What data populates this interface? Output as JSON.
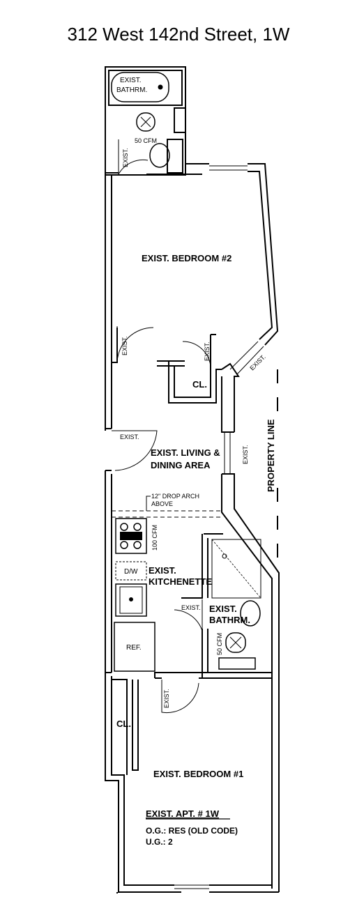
{
  "title": "312 West 142nd Street, 1W",
  "labels": {
    "bath_top": [
      "EXIST.",
      "BATHRM."
    ],
    "cfm_top": "50 CFM",
    "exist_door_top": "EXIST.",
    "bedroom2": "EXIST. BEDROOM #2",
    "exist_door_b2_left": "EXIST.",
    "exist_door_b2_cl": "EXIST.",
    "exist_window_bay": "EXIST.",
    "closet_top": "CL.",
    "exist_door_living": "EXIST.",
    "living": [
      "EXIST. LIVING &",
      "DINING AREA"
    ],
    "exist_window_living": "EXIST.",
    "property_line": "PROPERTY LINE",
    "drop_arch": [
      "12\" DROP ARCH",
      "ABOVE"
    ],
    "cfm_kitchen": "100 CFM",
    "dw": "D/W",
    "kitchenette": [
      "EXIST.",
      "KITCHENETTE"
    ],
    "exist_door_bath2": "EXIST.",
    "bath2": [
      "EXIST.",
      "BATHRM."
    ],
    "cfm_bath2": "50 CFM",
    "ref": "REF.",
    "exist_door_b1": "EXIST.",
    "closet_bottom": "CL.",
    "bedroom1": "EXIST. BEDROOM #1",
    "apt": "EXIST. APT. # 1W",
    "og": "O.G.: RES (OLD CODE)",
    "ug": "U.G.: 2"
  }
}
